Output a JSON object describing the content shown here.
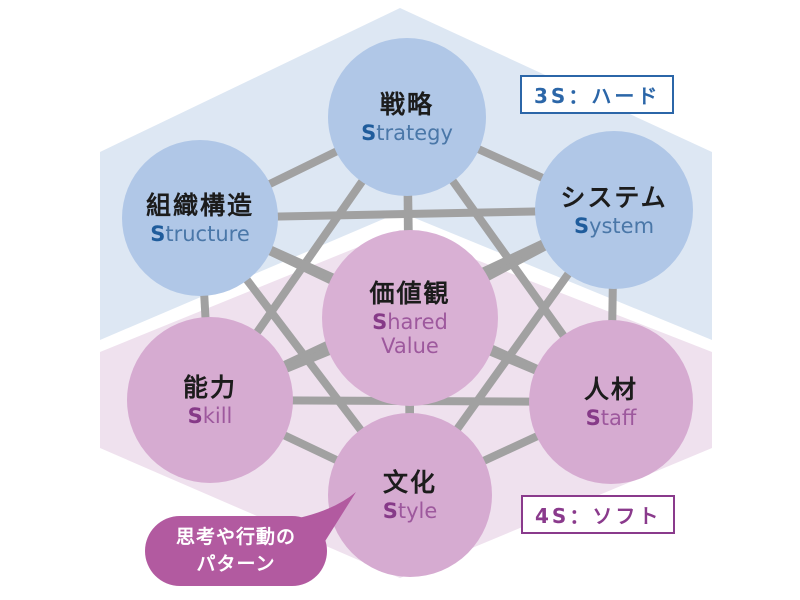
{
  "nodes": {
    "strategy": {
      "jp": "戦略",
      "en_cap": "S",
      "en_rest": "trategy"
    },
    "structure": {
      "jp": "組織構造",
      "en_cap": "S",
      "en_rest": "tructure"
    },
    "system": {
      "jp": "システム",
      "en_cap": "S",
      "en_rest": "ystem"
    },
    "shared_value": {
      "jp": "価値観",
      "en_cap": "S",
      "en_rest": "hared",
      "en_line2": "Value"
    },
    "skill": {
      "jp": "能力",
      "en_cap": "S",
      "en_rest": "kill"
    },
    "staff": {
      "jp": "人材",
      "en_cap": "S",
      "en_rest": "taff"
    },
    "style": {
      "jp": "文化",
      "en_cap": "S",
      "en_rest": "tyle"
    }
  },
  "tags": {
    "hard": "3S：ハード",
    "soft": "4S：ソフト"
  },
  "bubble": {
    "line1": "思考や行動の",
    "line2": "パターン"
  },
  "colors": {
    "blue_circle": "#b0c7e7",
    "pink_circle": "#d6abd1",
    "center_circle": "#d9b0d4",
    "blue_background": "#dde7f3",
    "pink_background": "#efe1ee",
    "connector_line": "#a1a1a1",
    "hard_accent": "#2b66a8",
    "soft_accent": "#8a3a8c",
    "bubble_fill": "#b25aa0",
    "jp_text": "#1c1c1c",
    "en_blue": "#1f5c9c",
    "en_purple": "#863a88"
  }
}
